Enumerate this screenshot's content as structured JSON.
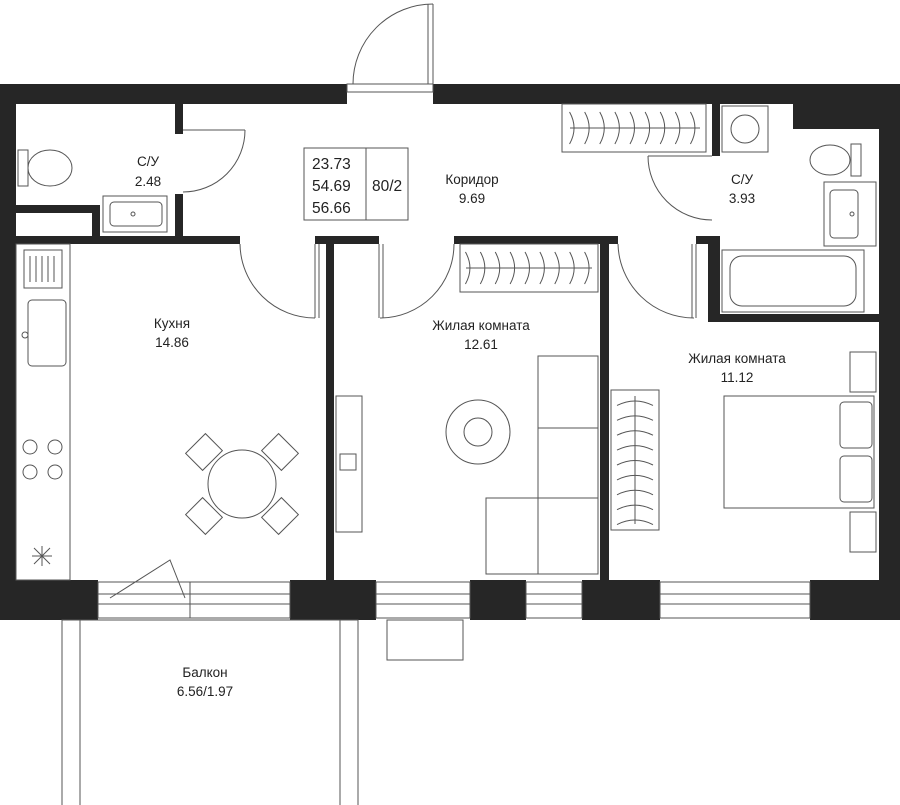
{
  "rooms": {
    "wc_small": {
      "name": "С/У",
      "area": "2.48"
    },
    "corridor": {
      "name": "Коридор",
      "area": "9.69"
    },
    "wc_large": {
      "name": "С/У",
      "area": "3.93"
    },
    "kitchen": {
      "name": "Кухня",
      "area": "14.86"
    },
    "living1": {
      "name": "Жилая комната",
      "area": "12.61"
    },
    "living2": {
      "name": "Жилая комната",
      "area": "11.12"
    },
    "balcony": {
      "name": "Балкон",
      "area": "6.56/1.97"
    }
  },
  "summary": {
    "living_area": "23.73",
    "total_area": "54.69",
    "total_with_balcony": "56.66",
    "code": "80/2"
  },
  "colors": {
    "wall": "#262626",
    "line": "#555555",
    "text": "#222222"
  }
}
